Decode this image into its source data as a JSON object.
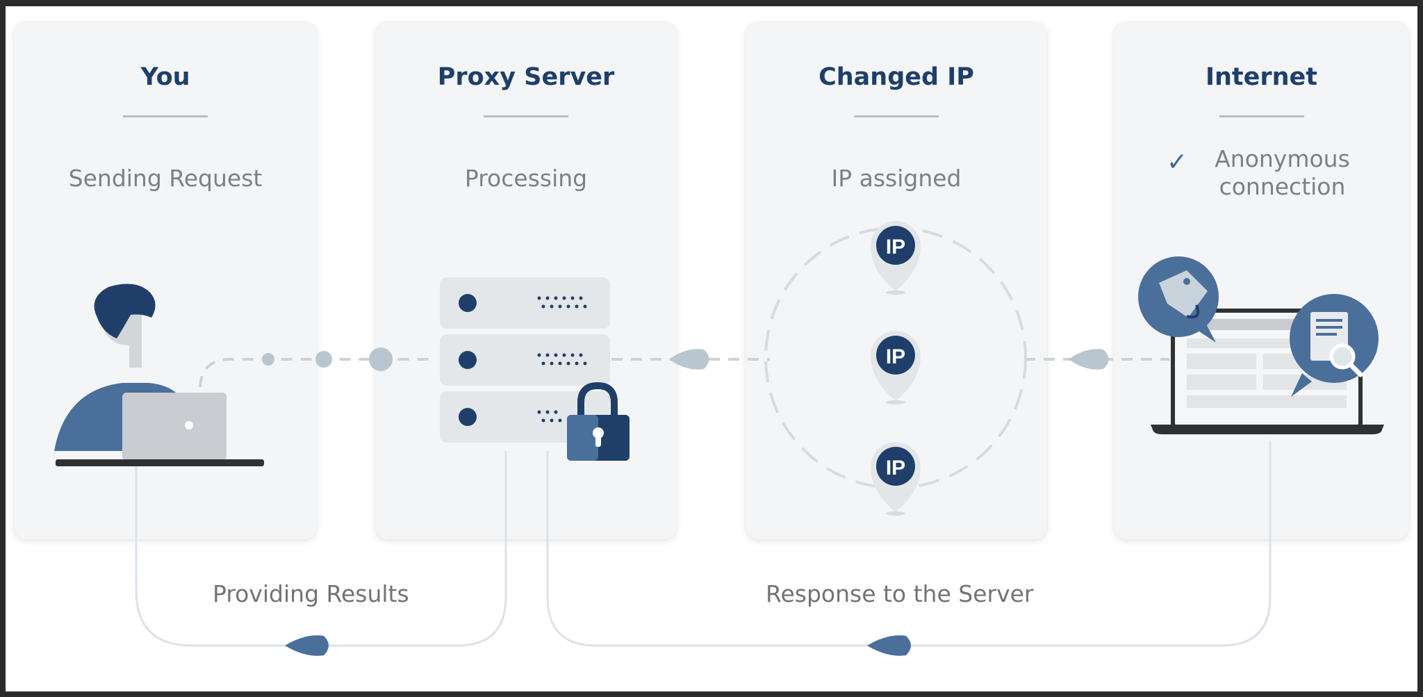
{
  "columns": [
    {
      "title": "You",
      "subtitle": "Sending Request"
    },
    {
      "title": "Proxy Server",
      "subtitle": "Processing"
    },
    {
      "title": "Changed IP",
      "subtitle": "IP assigned"
    },
    {
      "title": "Internet",
      "status_line1": "Anonymous",
      "status_line2": "connection"
    }
  ],
  "ip_badges": [
    "IP",
    "IP",
    "IP"
  ],
  "flows": {
    "results": "Providing Results",
    "response": "Response to the Server"
  },
  "icons": [
    "user-at-laptop-icon",
    "server-rack-icon",
    "padlock-icon",
    "ip-location-pin-icon",
    "laptop-browser-icon",
    "price-tag-icon",
    "search-document-icon",
    "checkmark-icon"
  ],
  "colors": {
    "navy": "#1f3f6a",
    "accent": "#4a6f9b",
    "muted": "#b9c6cf",
    "card": "#f4f5f7"
  }
}
